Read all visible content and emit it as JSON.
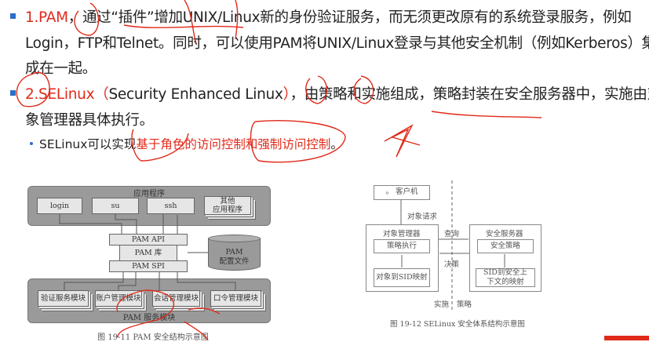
{
  "bullets": [
    {
      "prefix": "1.PAM",
      "line1": "，通过“插件”增加UNIX/Linux新的身份验证服务，而无须更改原有的系统登录服务，例如",
      "line2": "Login，FTP和Telnet。同时，可以使用PAM将UNIX/Linux登录与其他安全机制（例如Kerberos）集",
      "line3": "成在一起。"
    },
    {
      "prefix": "2.SELinux（",
      "middle": "Security Enhanced Linux",
      "close": "）",
      "line1": "，由策略和实施组成，策略封装在安全服务器中，实施由对",
      "line2": "象管理器具体执行。"
    }
  ],
  "sub_bullet": {
    "text": "SELinux可以实现",
    "highlight": "基于角色的访问控制和强制访问控制",
    "end": "。"
  },
  "pam_diagram": {
    "apps_title": "应用程序",
    "apps": [
      "login",
      "su",
      "ssh",
      "其他\n应用程序"
    ],
    "api": "PAM API",
    "lib": "PAM 库",
    "spi": "PAM SPI",
    "config": "PAM\n配置文件",
    "modules": [
      "验证服务模块",
      "账户管理模块",
      "会话管理模块",
      "口令管理模块"
    ],
    "modules_title": "PAM 服务模块",
    "caption": "图 19-11    PAM 安全结构示意图"
  },
  "selinux_diagram": {
    "client": "。 客户机",
    "request": "对象请求",
    "object_manager": "对象管理器",
    "policy_exec": "策略执行",
    "sid_map": "对象到SID映射",
    "security_server": "安全服务器",
    "security_policy": "安全策略",
    "sid_context": "SID到安全上\n下文的映射",
    "query": "查询",
    "decision": "决策",
    "enforce": "实施",
    "policy": "策略",
    "caption": "图 19-12    SELinux 安全体系结构示意图"
  },
  "colors": {
    "accent": "#e02a1a",
    "bullet": "#2a6fc9"
  }
}
